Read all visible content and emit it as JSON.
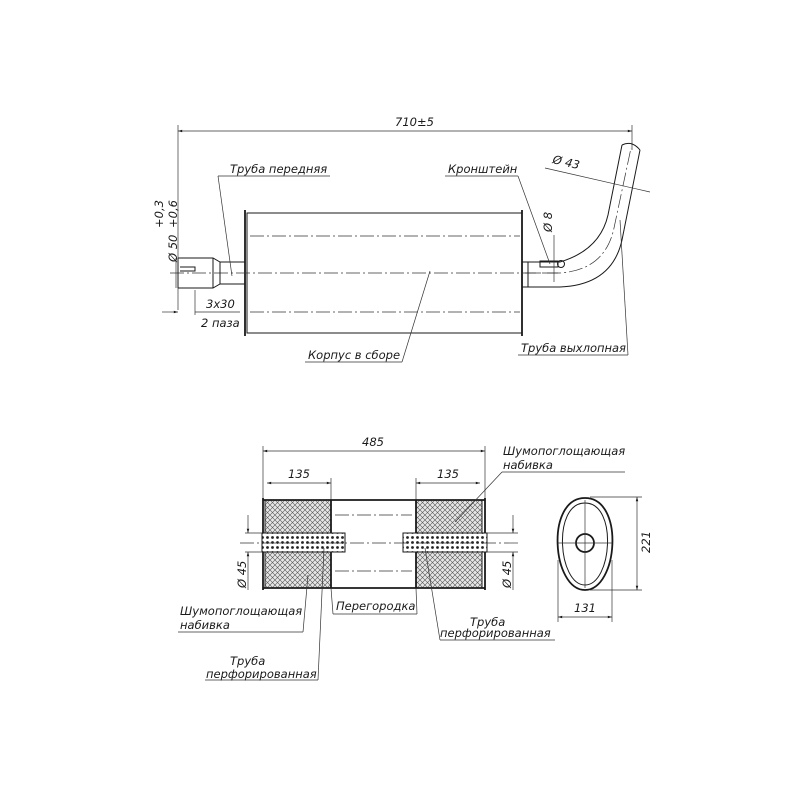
{
  "top_view": {
    "overall_length": "710±5",
    "front_pipe_label": "Труба передняя",
    "bracket_label": "Кронштейн",
    "outlet_diameter": "Ø 43",
    "bracket_diameter": "Ø 8",
    "inlet_diameter": "Ø 50",
    "inlet_tolerance_upper": "+0,6",
    "inlet_tolerance_lower": "+0,3",
    "slot_size": "3x30",
    "slot_count": "2 паза",
    "body_label": "Корпус в сборе",
    "exhaust_pipe_label": "Труба выхлопная"
  },
  "section_view": {
    "body_length": "485",
    "left_chamber_length": "135",
    "right_chamber_length": "135",
    "packing_label_top_line1": "Шумопоглощающая",
    "packing_label_top_line2": "набивка",
    "packing_label_left_line1": "Шумопоглощающая",
    "packing_label_left_line2": "набивка",
    "baffle_label": "Перегородка",
    "perforated_pipe_right_line1": "Труба",
    "perforated_pipe_right_line2": "перфорированная",
    "perforated_pipe_left_line1": "Труба",
    "perforated_pipe_left_line2": "перфорированная",
    "left_pipe_diameter": "Ø 45",
    "right_pipe_diameter": "Ø 45"
  },
  "end_view": {
    "height": "221",
    "width": "131"
  }
}
